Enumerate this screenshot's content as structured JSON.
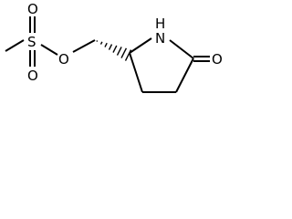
{
  "molecule": {
    "atoms": {
      "sulfur": "S",
      "oxygen_top": "O",
      "oxygen_bottom": "O",
      "oxygen_ester": "O",
      "nitrogen": "N",
      "hydrogen_on_nitrogen": "H",
      "oxygen_carbonyl": "O"
    },
    "colors": {
      "bond": "#000000",
      "label": "#000000",
      "background": "#ffffff"
    }
  }
}
